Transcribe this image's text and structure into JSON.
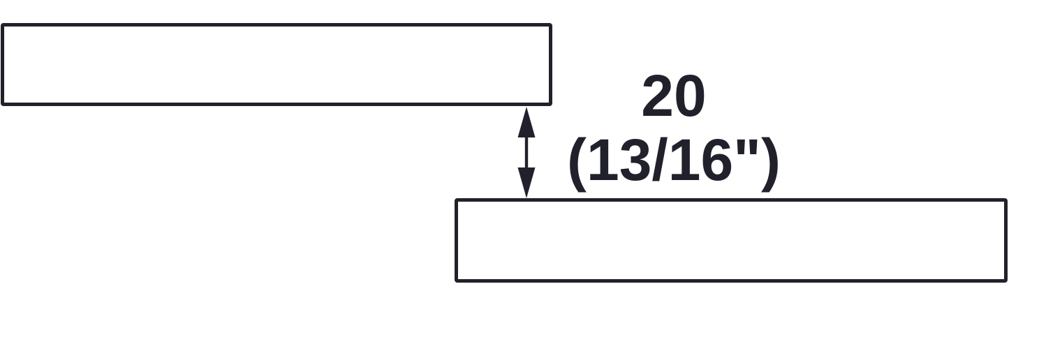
{
  "diagram": {
    "type": "technical-dimension-drawing",
    "description_elements": [
      "upper-panel",
      "lower-panel",
      "vertical-gap-dimension"
    ],
    "dimension": {
      "primary": "20",
      "secondary": "(13/16\")"
    },
    "colors": {
      "line": "#21212b",
      "background": "#ffffff"
    }
  }
}
